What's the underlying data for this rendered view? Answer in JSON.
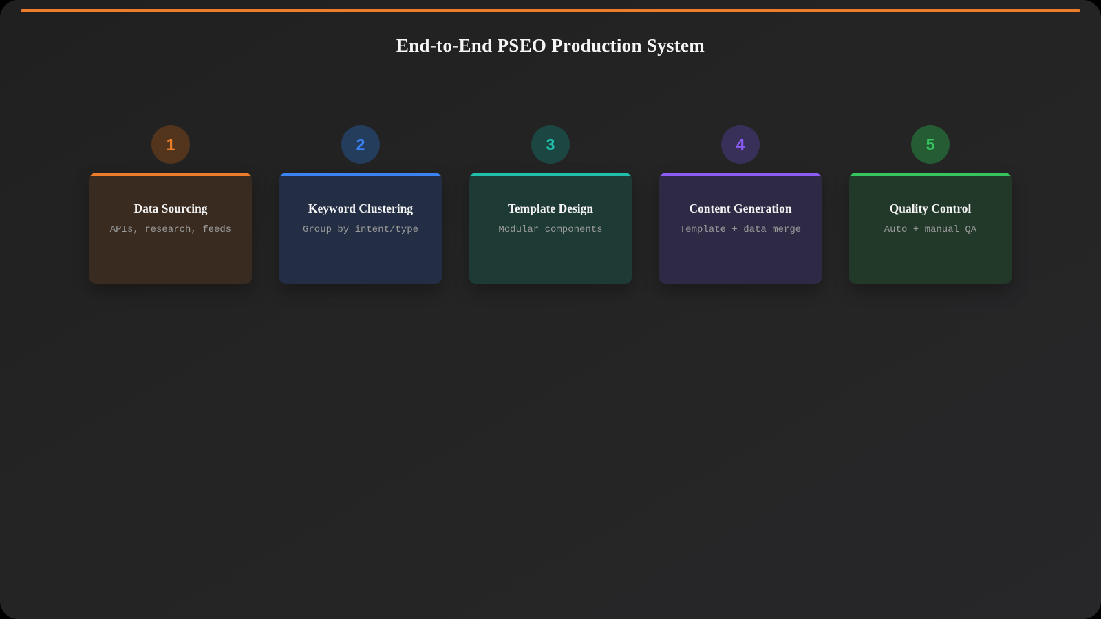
{
  "page": {
    "title": "End-to-End PSEO Production System",
    "accent_line_color": "#ed7d2b",
    "background_color": "#242424"
  },
  "stages": [
    {
      "number": "1",
      "title": "Data Sourcing",
      "subtitle": "APIs, research, feeds",
      "accent": "#ed7d2b",
      "circle_bg": "#53351e",
      "card_bg": "#392b1f"
    },
    {
      "number": "2",
      "title": "Keyword Clustering",
      "subtitle": "Group by intent/type",
      "accent": "#3b82f6",
      "circle_bg": "#253d5c",
      "card_bg": "#232e45"
    },
    {
      "number": "3",
      "title": "Template Design",
      "subtitle": "Modular components",
      "accent": "#1fbfac",
      "circle_bg": "#1c4641",
      "card_bg": "#1e3a35"
    },
    {
      "number": "4",
      "title": "Content Generation",
      "subtitle": "Template + data merge",
      "accent": "#8b5cf6",
      "circle_bg": "#39305a",
      "card_bg": "#2e2945"
    },
    {
      "number": "5",
      "title": "Quality Control",
      "subtitle": "Auto + manual QA",
      "accent": "#35c45f",
      "circle_bg": "#265c34",
      "card_bg": "#22392a"
    }
  ]
}
